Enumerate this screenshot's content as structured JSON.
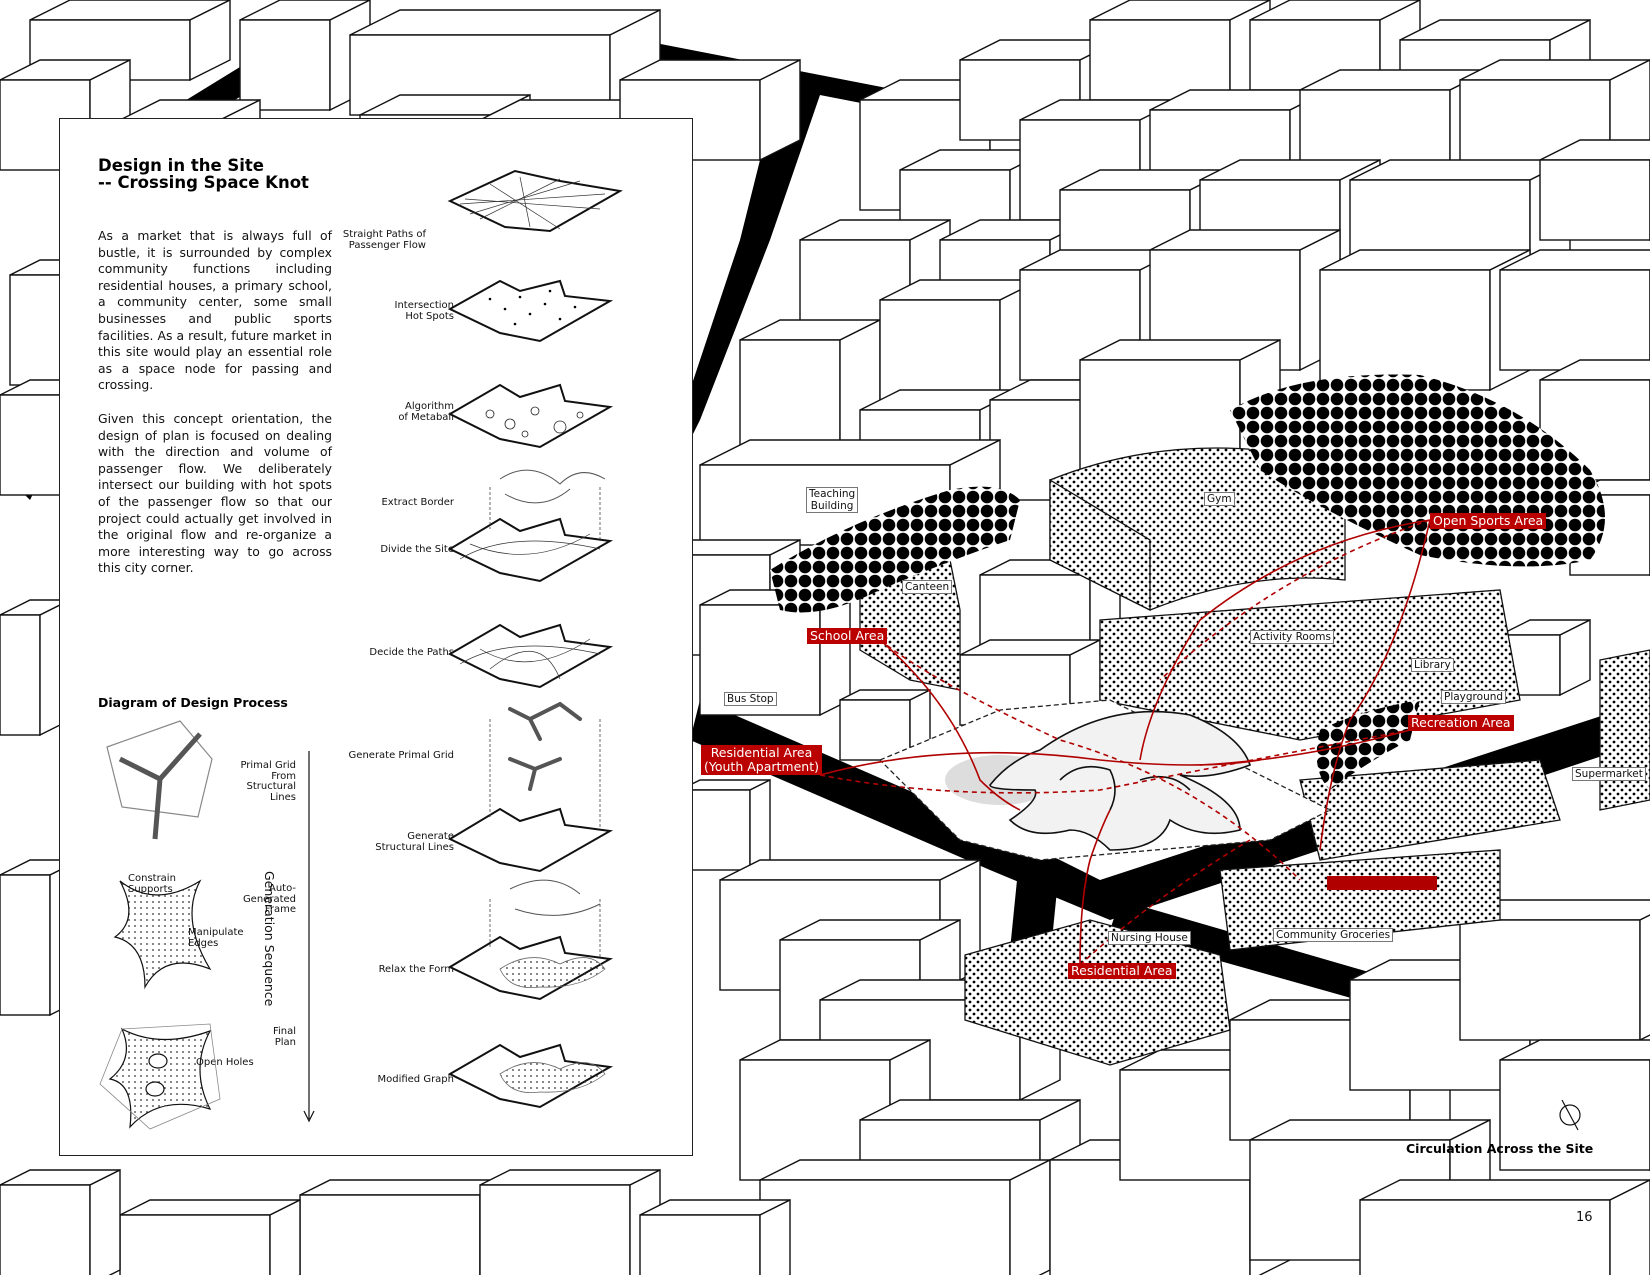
{
  "panel": {
    "title": "Design in the Site\n-- Crossing Space Knot",
    "paragraph1": "As a market that is always full of bustle, it is surrounded by complex community functions including residential houses, a primary school, a community center, some small businesses and public sports facilities. As a result, future market in this site would play an essential role as a space node for passing and crossing.",
    "paragraph2": "Given this concept orientation, the design of plan is focused on dealing with the direction and volume of passenger flow. We deliberately intersect our building with hot spots of the passenger flow so that our project could actually get involved in the original flow and re-organize a more interesting way to go across this city corner.",
    "subtitle": "Diagram of Design Process",
    "steps": [
      "Straight Paths of\nPassenger Flow",
      "Intersection\nHot Spots",
      "Algorithm\nof Metaball",
      "Extract Border",
      "Divide the Site",
      "Decide the Paths",
      "Generate Primal Grid",
      "Generate\nStructural Lines",
      "Relax the Form",
      "Modified Graph"
    ],
    "left_labels": [
      "Primal Grid\nFrom\nStructural\nLines",
      "Auto-\nGenerated\nFrame",
      "Final\nPlan"
    ],
    "annotations": [
      "Constrain\nSupports",
      "Manipulate\nEdges",
      "Open Holes"
    ],
    "generation_sequence": "Generation Sequence"
  },
  "site_labels": [
    "Teaching\nBuilding",
    "Gym",
    "Canteen",
    "Activity Rooms",
    "Library",
    "Bus Stop",
    "Playground",
    "Supermarket",
    "Nursing House",
    "Community Groceries"
  ],
  "red_labels": [
    "Open Sports Area",
    "School Area",
    "Recreation Area",
    "Residential Area\n(Youth Apartment)",
    "Residential Area"
  ],
  "caption": "Circulation Across the Site",
  "page_number": "16",
  "colors": {
    "accent": "#b00000",
    "ink": "#000000",
    "paper": "#ffffff"
  }
}
